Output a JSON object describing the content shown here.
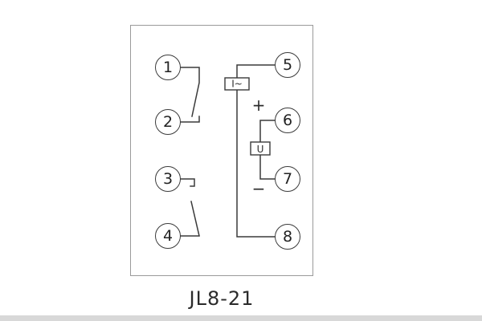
{
  "diagram": {
    "model_label": "JL8-21",
    "terminals": [
      "1",
      "2",
      "3",
      "4",
      "5",
      "6",
      "7",
      "8"
    ],
    "current_coil_label": "I~",
    "voltage_coil_label": "U",
    "plus_label": "+",
    "minus_label": "−",
    "line_color": "#3a3a3a",
    "frame_color": "#9a9a9a"
  }
}
